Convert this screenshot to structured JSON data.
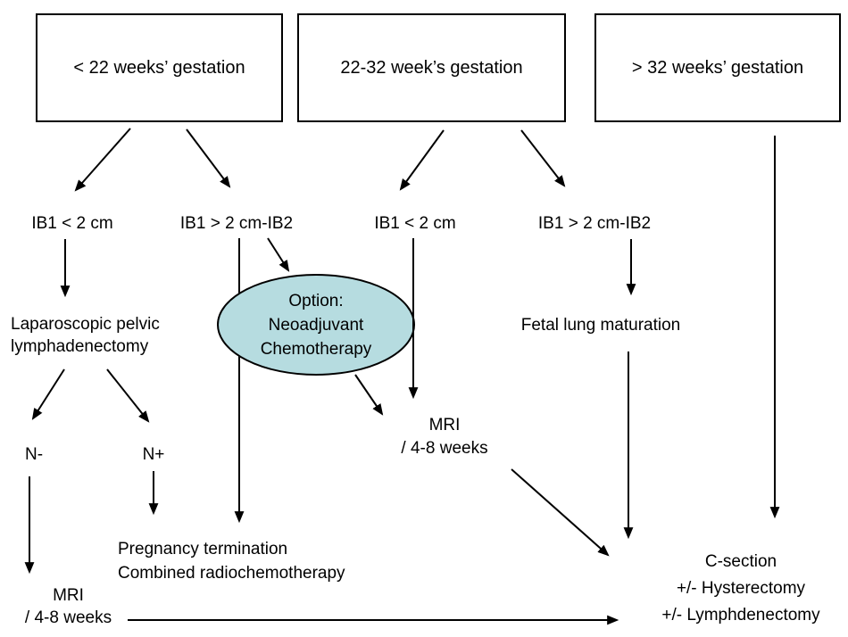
{
  "colors": {
    "background": "#ffffff",
    "line": "#000000",
    "text": "#000000",
    "ellipse_fill": "#b6dce0"
  },
  "flowchart": {
    "gestation_boxes": [
      {
        "label": "< 22 weeks’ gestation"
      },
      {
        "label": "22-32 week’s gestation"
      },
      {
        "label": "> 32 weeks’ gestation"
      }
    ],
    "stage_labels": [
      {
        "label": "IB1 < 2 cm"
      },
      {
        "label": "IB1 > 2 cm-IB2"
      },
      {
        "label": "IB1 < 2 cm"
      },
      {
        "label": "IB1 > 2 cm-IB2"
      }
    ],
    "nodes": {
      "lymphadenectomy": {
        "lines": [
          "Laparoscopic pelvic",
          "lymphadenectomy"
        ]
      },
      "chemo_option": {
        "lines": [
          "Option:",
          "Neoadjuvant",
          "Chemotherapy"
        ]
      },
      "fetal_lung": {
        "label": "Fetal lung maturation"
      },
      "node_negative": {
        "label": "N-"
      },
      "node_positive": {
        "label": "N+"
      },
      "mri_mid": {
        "lines": [
          "MRI",
          "/ 4-8 weeks"
        ]
      },
      "mri_left": {
        "lines": [
          "MRI",
          "/ 4-8 weeks"
        ]
      },
      "termination": {
        "lines": [
          "Pregnancy termination",
          "Combined radiochemotherapy"
        ]
      },
      "c_section": {
        "lines": [
          "C-section",
          "+/- Hysterectomy",
          "+/- Lymphdenectomy"
        ]
      }
    }
  }
}
